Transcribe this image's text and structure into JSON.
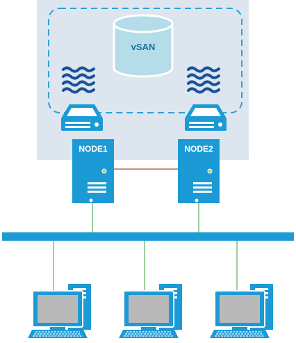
{
  "cluster": {
    "datastore_label": "vSAN",
    "nodes": [
      {
        "label": "NODE1"
      },
      {
        "label": "NODE2"
      }
    ]
  },
  "clients": {
    "count": 3
  },
  "colors": {
    "cluster_background": "#dde6ee",
    "dashed_border": "#2e9fd8",
    "device_blue": "#1c9ad6",
    "cylinder_fill": "#b4dde9",
    "cylinder_stroke": "#ffffff",
    "datastore_text": "#1d6fa5",
    "wave_blue": "#1a4f9a",
    "node_link": "#b8463e",
    "branch_line": "#58b058",
    "screen_gray": "#b9b9b9",
    "status_led": "#9bd36e"
  }
}
